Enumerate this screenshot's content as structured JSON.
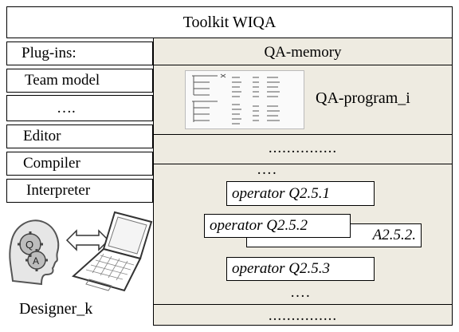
{
  "title": "Toolkit WIQA",
  "left_panel": {
    "items": [
      "Plug-ins:",
      "Team model",
      "….",
      "Editor",
      "Compiler",
      "Interpreter"
    ],
    "designer_label": "Designer_k"
  },
  "right_panel": {
    "memory_label": "QA-memory",
    "program_label": "QA-program_i",
    "dots_row_1": "...............",
    "dots_small_1": "….",
    "operators": [
      "operator Q2.5.1",
      "operator Q2.5.2",
      "A2.5.2.",
      "operator Q2.5.3"
    ],
    "dots_small_2": "….",
    "dots_row_2": "..............."
  },
  "icons": {
    "head": "head-with-qa-gears-icon",
    "arrow": "double-arrow-icon",
    "laptop": "laptop-icon"
  }
}
